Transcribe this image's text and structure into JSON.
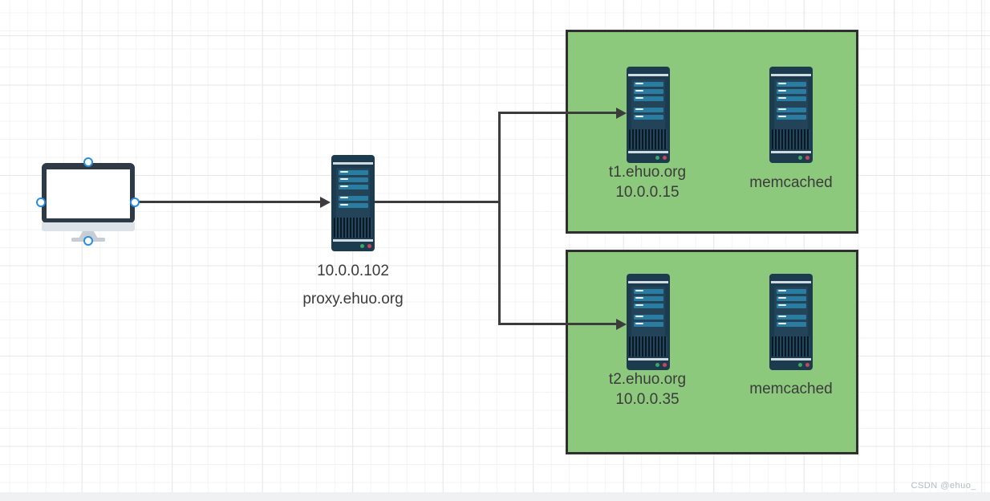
{
  "diagram": {
    "proxy": {
      "ip": "10.0.0.102",
      "hostname": "proxy.ehuo.org"
    },
    "clusters": [
      {
        "web": {
          "hostname": "t1.ehuo.org",
          "ip": "10.0.0.15"
        },
        "cache": {
          "label": "memcached"
        }
      },
      {
        "web": {
          "hostname": "t2.ehuo.org",
          "ip": "10.0.0.35"
        },
        "cache": {
          "label": "memcached"
        }
      }
    ]
  },
  "watermark": {
    "text": "CSDN @ehuo_"
  },
  "colors": {
    "cluster_fill": "#8dc97d",
    "cluster_border": "#2f2f2f",
    "connector": "#3c3c3c",
    "server_body": "#1d3b4e",
    "server_slot_bar": "#2b7ca1",
    "led_green": "#3fa565",
    "led_red": "#c8475a",
    "handle_blue": "#2b8de0",
    "monitor_frame": "#2e3a46"
  }
}
